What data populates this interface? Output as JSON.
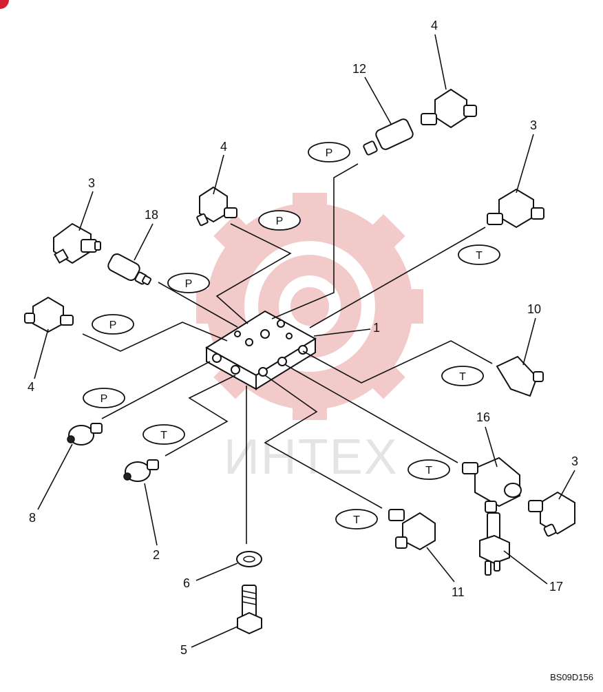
{
  "diagram": {
    "drawing_code": "BS09D156",
    "watermark_text": "ИНТЕХ",
    "colors": {
      "ink": "#111111",
      "watermark_red": "#e8a0a0",
      "watermark_gray": "#cfcfcf",
      "corner_badge": "#d22030"
    },
    "callouts": [
      {
        "id": "c-1",
        "label": "1"
      },
      {
        "id": "c-2",
        "label": "2"
      },
      {
        "id": "c-3a",
        "label": "3"
      },
      {
        "id": "c-3b",
        "label": "3"
      },
      {
        "id": "c-3c",
        "label": "3"
      },
      {
        "id": "c-4a",
        "label": "4"
      },
      {
        "id": "c-4b",
        "label": "4"
      },
      {
        "id": "c-4c",
        "label": "4"
      },
      {
        "id": "c-5",
        "label": "5"
      },
      {
        "id": "c-6",
        "label": "6"
      },
      {
        "id": "c-8",
        "label": "8"
      },
      {
        "id": "c-10",
        "label": "10"
      },
      {
        "id": "c-11",
        "label": "11"
      },
      {
        "id": "c-12",
        "label": "12"
      },
      {
        "id": "c-16",
        "label": "16"
      },
      {
        "id": "c-17",
        "label": "17"
      },
      {
        "id": "c-18",
        "label": "18"
      }
    ],
    "port_labels": [
      {
        "id": "p1",
        "label": "P"
      },
      {
        "id": "p2",
        "label": "P"
      },
      {
        "id": "p3",
        "label": "P"
      },
      {
        "id": "p4",
        "label": "P"
      },
      {
        "id": "p5",
        "label": "P"
      },
      {
        "id": "t1",
        "label": "T"
      },
      {
        "id": "t2",
        "label": "T"
      },
      {
        "id": "t3",
        "label": "T"
      },
      {
        "id": "t4",
        "label": "T"
      },
      {
        "id": "t5",
        "label": "T"
      }
    ]
  }
}
